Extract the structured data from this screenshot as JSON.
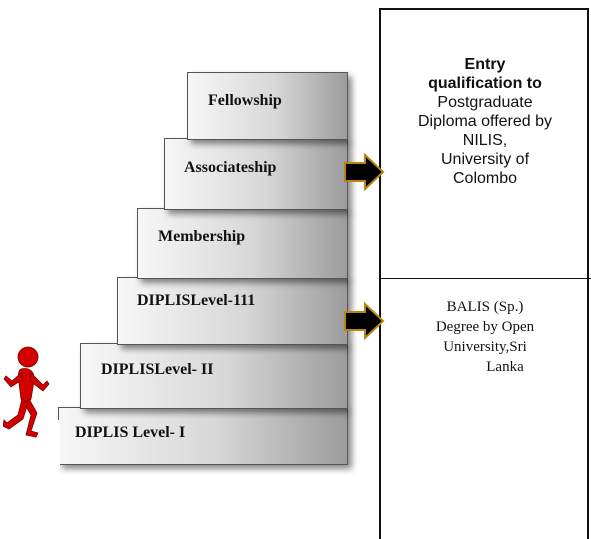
{
  "steps": [
    {
      "label": "Fellowship"
    },
    {
      "label": "Associateship"
    },
    {
      "label": "Membership"
    },
    {
      "label": "DIPLISLevel-111"
    },
    {
      "label": "DIPLISLevel- II"
    },
    {
      "label": "DIPLIS Level- I"
    }
  ],
  "top_box": {
    "heading_line1": "Entry",
    "heading_line2": "qualification to",
    "line3": "Postgraduate",
    "line4": "Diploma offered by",
    "line5": "NILIS,",
    "line6": "University of",
    "line7": "Colombo"
  },
  "bottom_box": {
    "line1": "BALIS (Sp.)",
    "line2": "Degree by Open",
    "line3": "University,Sri",
    "line4": "Lanka"
  },
  "icons": {
    "arrow": "right-arrow-icon",
    "runner": "running-person-icon"
  },
  "colors": {
    "arrow_fill": "#000000",
    "arrow_border": "#b8860b",
    "runner": "#d40000"
  }
}
